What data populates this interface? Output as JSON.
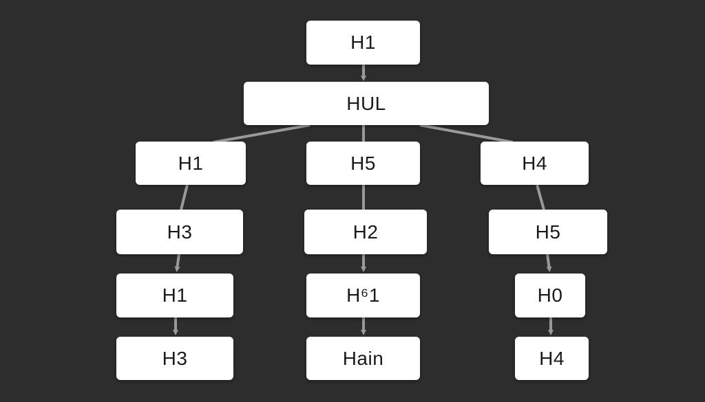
{
  "diagram": {
    "nodes": {
      "root": "H1",
      "hub": "HUL",
      "left_l1": "H1",
      "left_l2": "H3",
      "left_l3": "H1",
      "left_l4": "H3",
      "mid_l1": "H5",
      "mid_l2": "H2",
      "mid_l3": "H⁶1",
      "mid_l4": "Hain",
      "right_l1": "H4",
      "right_l2": "H5",
      "right_l3": "H0",
      "right_l4": "H4"
    }
  }
}
